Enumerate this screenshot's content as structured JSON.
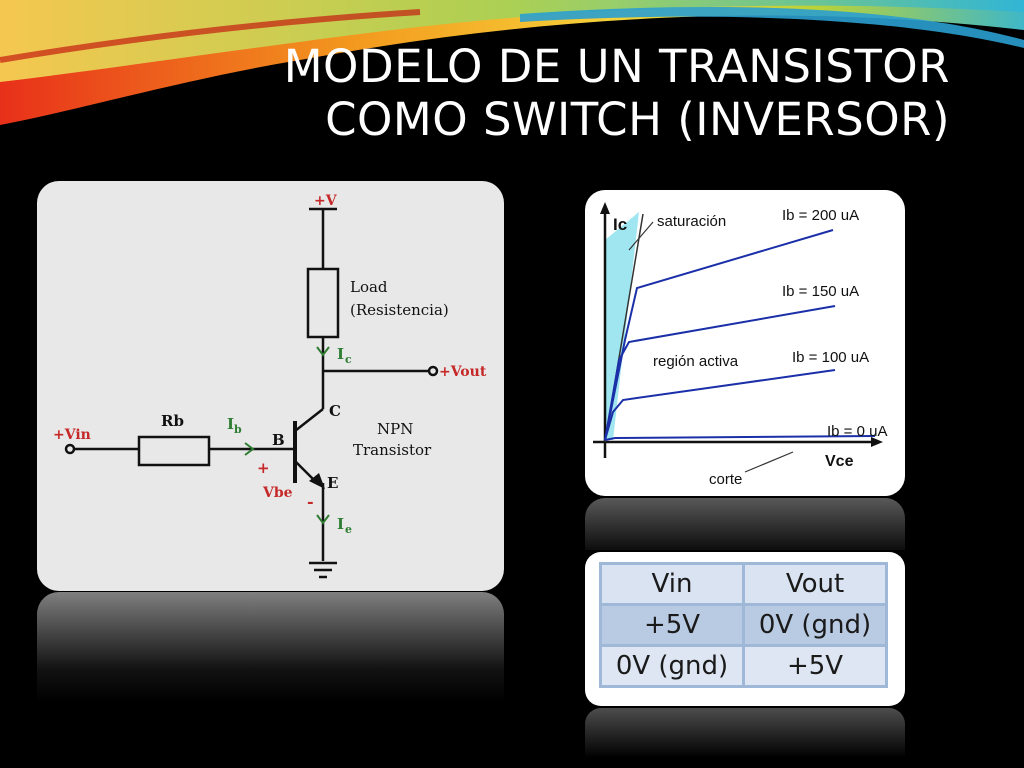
{
  "slide": {
    "title_line1": "MODELO DE UN TRANSISTOR",
    "title_line2": "COMO SWITCH (INVERSOR)"
  },
  "circuit": {
    "vplus": "+V",
    "load": "Load",
    "load_sub": "(Resistencia)",
    "ic": "I",
    "ic_sub": "c",
    "vout": "+Vout",
    "vin": "+Vin",
    "rb": "Rb",
    "ib": "I",
    "ib_sub": "b",
    "base": "B",
    "collector": "C",
    "emitter": "E",
    "npn": "NPN",
    "transistor": "Transistor",
    "plus": "+",
    "vbe": "Vbe",
    "minus": "-",
    "ie": "I",
    "ie_sub": "e"
  },
  "graph": {
    "ic_axis": "Ic",
    "vce_axis": "Vce",
    "saturacion": "saturación",
    "region_activa": "región activa",
    "corte": "corte",
    "ib200": "Ib = 200 uA",
    "ib150": "Ib = 150 uA",
    "ib100": "Ib = 100 uA",
    "ib0": "Ib = 0 uA"
  },
  "truth_table": {
    "headers": [
      "Vin",
      "Vout"
    ],
    "rows": [
      [
        "+5V",
        "0V (gnd)"
      ],
      [
        "0V (gnd)",
        "+5V"
      ]
    ]
  },
  "colors": {
    "background": "#000000",
    "wire": "#111111",
    "current_arrow": "#2e7d32",
    "curve": "#1a2fa8",
    "saturation_fill": "#9fe6f0",
    "table_border": "#9fb8d8"
  }
}
